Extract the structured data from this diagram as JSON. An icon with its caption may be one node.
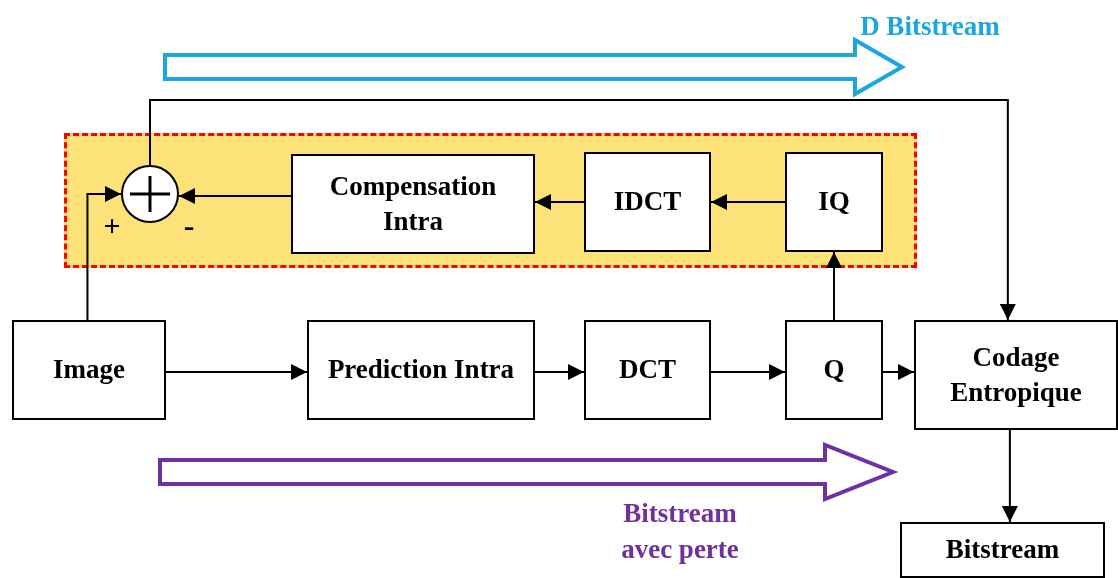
{
  "diagram": {
    "nodes": [
      {
        "text": [],
        "shape": "box"
      },
      {
        "text": [],
        "shape": "circle",
        "in": 0
      },
      {
        "text": [
          "Compensation Intra"
        ],
        "in": 0
      },
      {
        "text": [
          "IDCT"
        ],
        "in": 0
      },
      {
        "text": [
          "IQ"
        ],
        "in": 0
      },
      {
        "text": [
          "Image"
        ]
      },
      {
        "text": [
          "Prediction Intra"
        ]
      },
      {
        "text": [
          "DCT"
        ]
      },
      {
        "text": [
          "Q"
        ]
      },
      {
        "text": [
          "Codage Entropique"
        ]
      },
      {
        "text": [
          "Bitstream"
        ]
      }
    ],
    "edges": [
      {
        "from": 5,
        "to": 6,
        "arrow": "to"
      },
      {
        "from": 5,
        "to": 1,
        "arrow": "to"
      },
      {
        "from": 6,
        "to": 7,
        "arrow": "to"
      },
      {
        "from": 7,
        "to": 8,
        "arrow": "to"
      },
      {
        "from": 8,
        "to": 9,
        "arrow": "to"
      },
      {
        "from": 8,
        "to": 4,
        "arrow": "to"
      },
      {
        "from": 4,
        "to": 3,
        "arrow": "to"
      },
      {
        "from": 3,
        "to": 2,
        "arrow": "to"
      },
      {
        "from": 2,
        "to": 1,
        "arrow": "to"
      },
      {
        "from": 1,
        "to": 9,
        "arrow": "to"
      },
      {
        "from": 9,
        "to": 10,
        "arrow": "to"
      }
    ],
    "labels": [
      "D Bitstream",
      "+",
      "-",
      "Bitstream avec perte"
    ]
  }
}
